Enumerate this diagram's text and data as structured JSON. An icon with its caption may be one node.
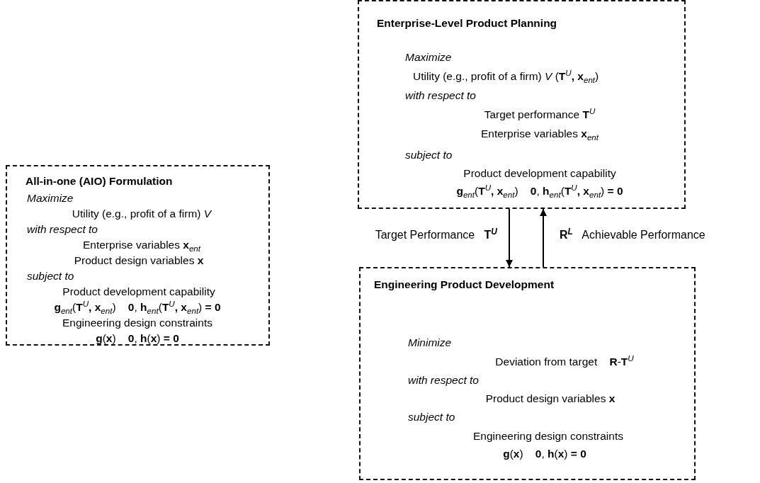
{
  "diagram": {
    "nodes": [
      {
        "text": [
          "All-in-one (AIO) Formulation",
          "Maximize",
          "Utility (e.g., profit of a firm) *V*",
          "with respect to",
          "Enterprise variables **x**$_{ent}$",
          "Product design variables **x**",
          "subject to",
          "Product development capability",
          "**g**$_{ent}$(**T**$^{U}$**, x**$_{ent}$)    **0**, **h**$_{ent}$(**T**$^{U}$**, x**$_{ent}$) **= 0**",
          "Engineering design constraints",
          "**g**(**x**)    **0**, **h**(**x**) **= 0**"
        ]
      },
      {
        "text": [
          "Enterprise-Level Product Planning",
          "Maximize",
          "Utility (e.g., profit of a firm) *V* (**T**$^{U}$**, x**$_{ent}$)",
          "with respect to",
          "Target performance **T**$^{U}$",
          "Enterprise variables **x**$_{ent}$",
          "subject to",
          "Product development capability",
          "**g**$_{ent}$(**T**$^{U}$**, x**$_{ent}$)    **0**, **h**$_{ent}$(**T**$^{U}$**, x**$_{ent}$) **= 0**"
        ]
      },
      {
        "text": [
          "Engineering Product Development",
          "Minimize",
          "Deviation from target    **R**-**T**$^{U}$",
          "with respect to",
          "Product design variables **x**",
          "subject to",
          "Engineering design constraints",
          "**g**(**x**)    **0**, **h**(**x**) **= 0**"
        ]
      }
    ],
    "edges": [
      {
        "from": 1,
        "to": 2,
        "arrow": "to",
        "label": "Target Performance   **T**$^{U}$"
      },
      {
        "from": 2,
        "to": 1,
        "arrow": "to",
        "label": "**R**$^{L}$   Achievable Performance"
      }
    ]
  }
}
